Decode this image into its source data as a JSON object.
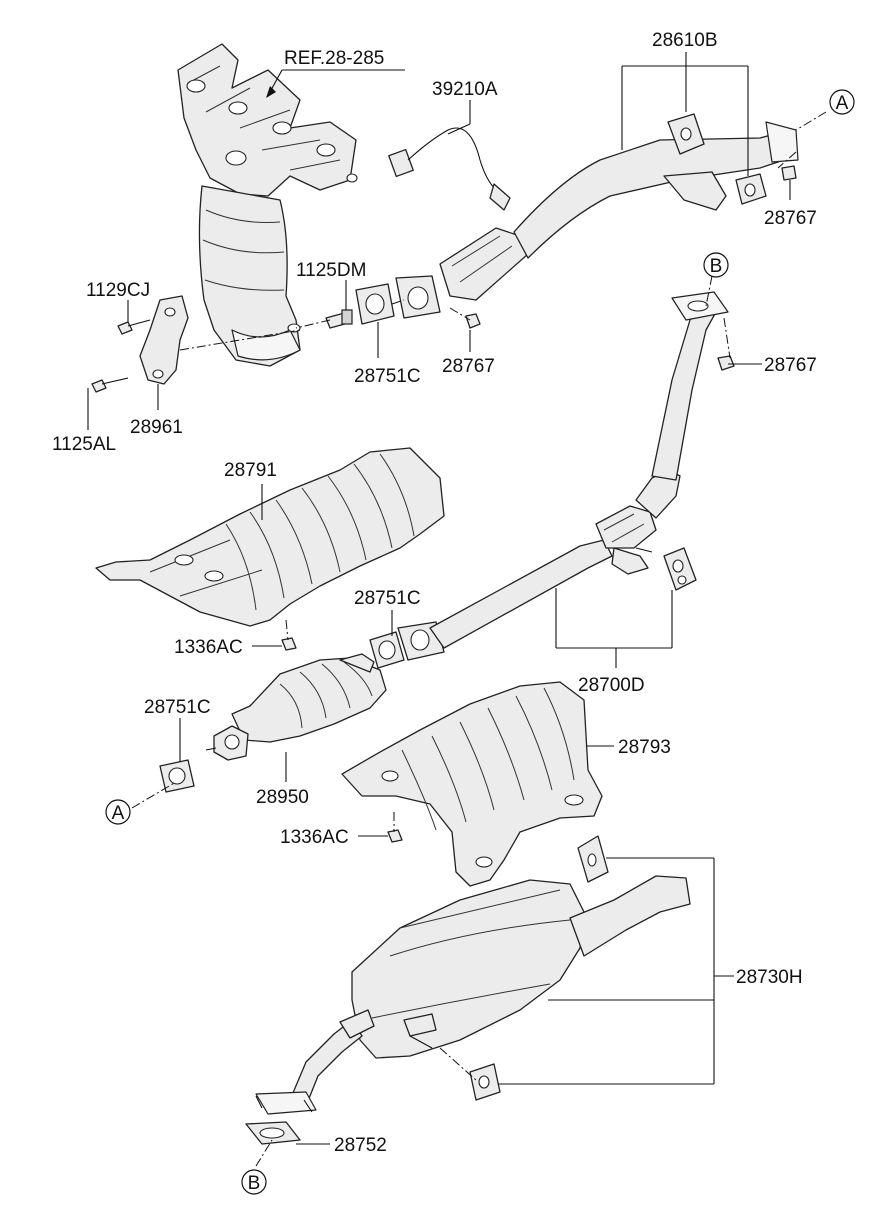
{
  "labels": {
    "ref": "REF.28-285",
    "p39210a": "39210A",
    "p28610b": "28610B",
    "p28767_a": "28767",
    "p28767_b": "28767",
    "p28767_c": "28767",
    "p1125dm": "1125DM",
    "p1129cj": "1129CJ",
    "p28751c_a": "28751C",
    "p28751c_b": "28751C",
    "p28751c_c": "28751C",
    "p28961": "28961",
    "p1125al": "1125AL",
    "p28791": "28791",
    "p1336ac_a": "1336AC",
    "p1336ac_b": "1336AC",
    "p28700d": "28700D",
    "p28950": "28950",
    "p28793": "28793",
    "p28730h": "28730H",
    "p28752": "28752"
  },
  "connectors": {
    "a_top": "A",
    "b_top": "B",
    "a_bottom": "A",
    "b_bottom": "B"
  }
}
